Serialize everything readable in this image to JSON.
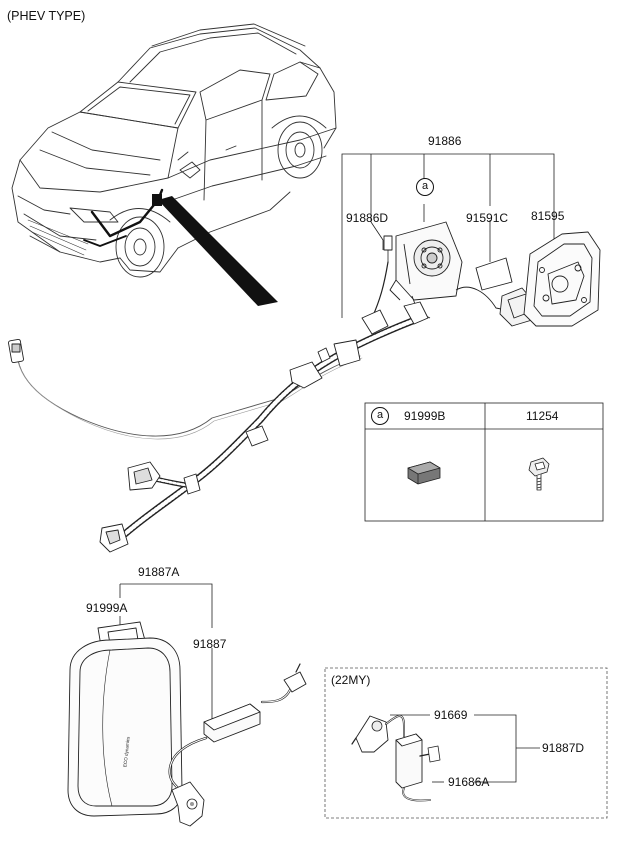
{
  "header": {
    "variant_label": "(PHEV TYPE)"
  },
  "parts": {
    "assembly_top": "91886",
    "harness_connector": "91886D",
    "label_plate": "91591C",
    "charging_door": "81595",
    "cable_set": "91887A",
    "storage_bag": "91999A",
    "portable_charger": "91887",
    "sub_kit_total": "91887D",
    "adapter_cable": "91669",
    "control_box": "91686A"
  },
  "callout": {
    "reference_mark": "a"
  },
  "table": {
    "mark": "a",
    "col1_part": "91999B",
    "col2_part": "11254"
  },
  "sub_box": {
    "label": "(22MY)"
  },
  "bag_text": "ECO dynamics"
}
